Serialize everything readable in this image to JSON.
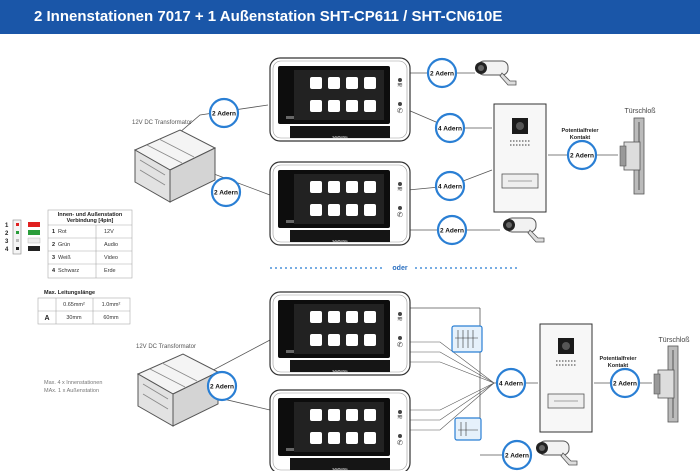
{
  "header": {
    "title": "2 Innenstationen 7017 + 1 Außenstation SHT-CP611 / SHT-CN610E"
  },
  "labels": {
    "wire2": "2 Adern",
    "wire4": "4 Adern",
    "transformer": "12V DC Transformator",
    "or": "oder",
    "lock": "Türschloß",
    "contact_line1": "Potentialfreier",
    "contact_line2": "Kontakt",
    "brand": "SAMSUNG",
    "max_indoor": "Max. 4 x Innenstationen",
    "max_outdoor": "MAx. 1 x Außenstation"
  },
  "connection_table": {
    "title_line1": "Innen- und Außenstation",
    "title_line2": "Verbindung [4pin]",
    "rows": [
      {
        "num": "1",
        "color": "Rot",
        "func": "12V"
      },
      {
        "num": "2",
        "color": "Grün",
        "func": "Audio"
      },
      {
        "num": "3",
        "color": "Weiß",
        "func": "Video"
      },
      {
        "num": "4",
        "color": "Schwarz",
        "func": "Erde"
      }
    ],
    "pins": [
      "1",
      "2",
      "3",
      "4"
    ],
    "wire_colors": [
      "#e02020",
      "#2a9d3a",
      "#dddddd",
      "#222222"
    ]
  },
  "length_table": {
    "title": "Max. Leitungslänge",
    "head": [
      "0.65mm²",
      "1.0mm²"
    ],
    "row_label": "A",
    "row": [
      "30mm",
      "60mm"
    ]
  }
}
